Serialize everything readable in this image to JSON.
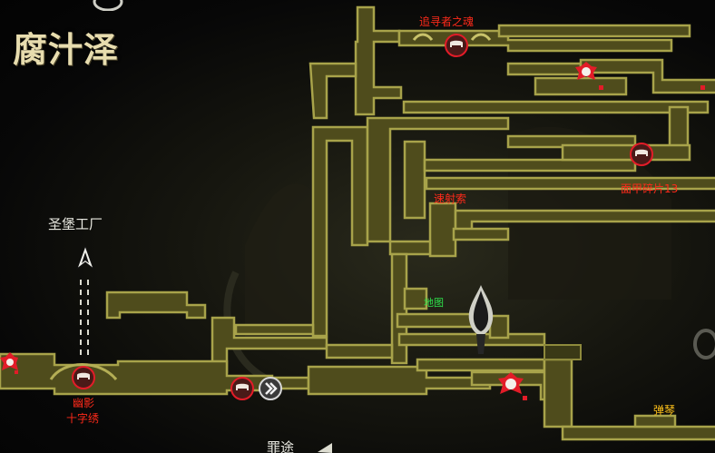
{
  "area_name": "腐汁泽",
  "labels": {
    "top_red": "追寻者之魂",
    "mask_shard": "面甲碎片13",
    "dash": "速射索",
    "map_vendor": "地图",
    "spring": "弹琴",
    "stag_station": "圣堡工厂",
    "charm": "幽影",
    "charm_line2": "十字绣",
    "bottom_exit": "罪途"
  },
  "colors": {
    "corridor_fill": "#4f4c1c",
    "corridor_edge": "#a8a34a",
    "pin_red": "#e21c28",
    "pin_dark": "#4a1a18"
  },
  "icons": [
    "chest-icon",
    "flea-icon",
    "compass-icon",
    "fast-travel-icon",
    "map-vendor-icon"
  ]
}
